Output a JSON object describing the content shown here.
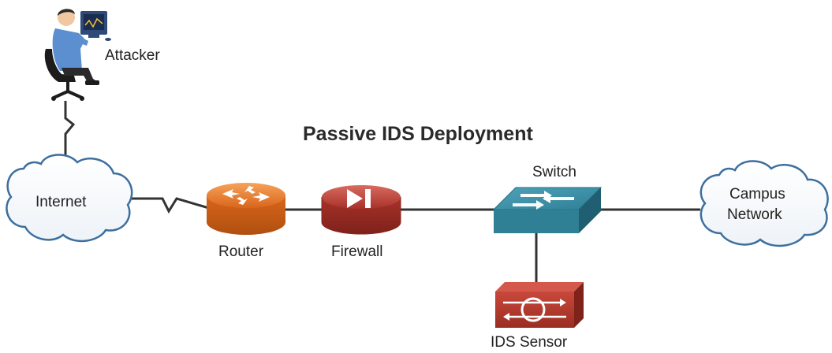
{
  "diagram": {
    "title": "Passive IDS Deployment",
    "nodes": {
      "attacker": "Attacker",
      "internet": "Internet",
      "router": "Router",
      "firewall": "Firewall",
      "switch": "Switch",
      "campus_line1": "Campus",
      "campus_line2": "Network",
      "ids": "IDS Sensor"
    },
    "colors": {
      "router": "#e8782a",
      "firewall": "#b8403a",
      "switch": "#2f7f95",
      "ids": "#b63a2e",
      "cloud_stroke": "#3d6f9e",
      "link": "#333333"
    }
  }
}
